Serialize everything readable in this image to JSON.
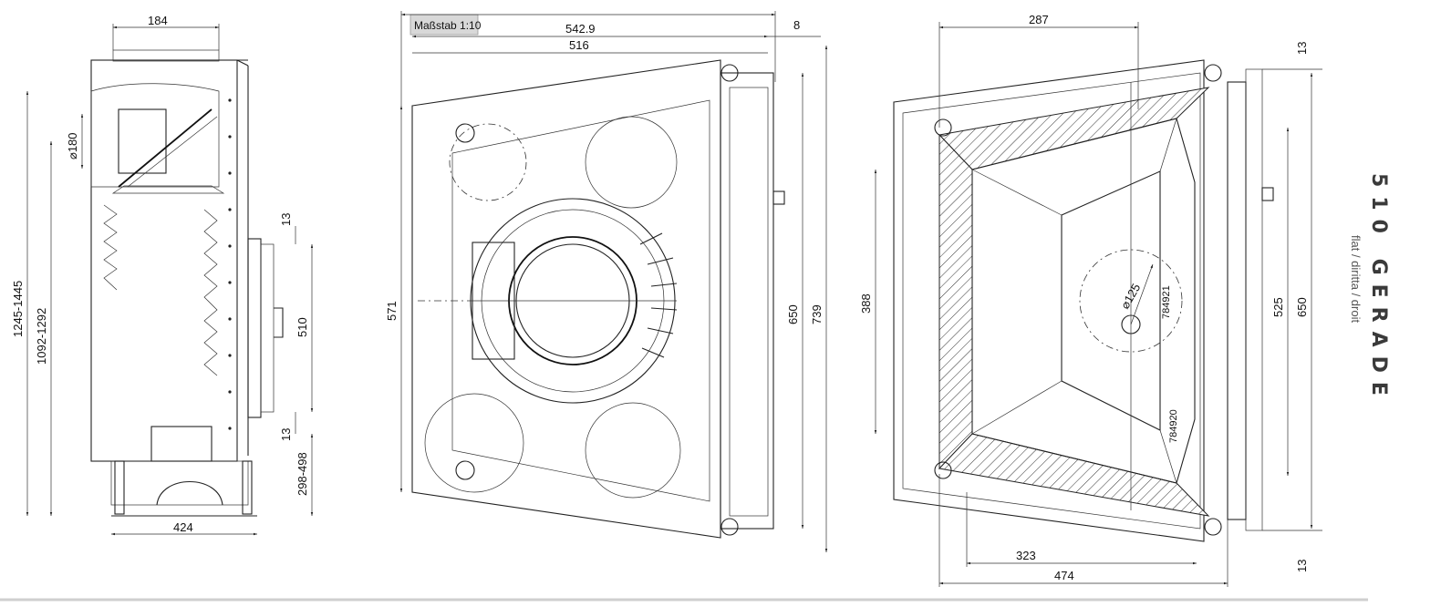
{
  "title": {
    "main": "510 GERADE",
    "sub": "flat / diritta / droit"
  },
  "scale_label": "Maßstab 1:10",
  "side_view": {
    "dims": {
      "top_width": "184",
      "bottom_width": "424",
      "total_height": "1245-1445",
      "inner_height": "1092-1292",
      "flue": "⌀180",
      "door_top_gap": "13",
      "door_height": "510",
      "door_bottom_gap": "13",
      "leg_range": "298-498"
    }
  },
  "front_view": {
    "dims": {
      "top_overall": "542.9",
      "top_inner": "516",
      "top_offset": "8",
      "left_height": "571",
      "right_inner": "650",
      "right_outer": "739"
    }
  },
  "top_view": {
    "dims": {
      "top_width": "287",
      "left_height": "388",
      "right_inner": "525",
      "right_outer": "650",
      "top_gap": "13",
      "bottom_gap": "13",
      "bottom_inner": "323",
      "bottom_outer": "474",
      "pipe": "⌀125",
      "part_no_1": "784921",
      "part_no_2": "784920"
    }
  }
}
